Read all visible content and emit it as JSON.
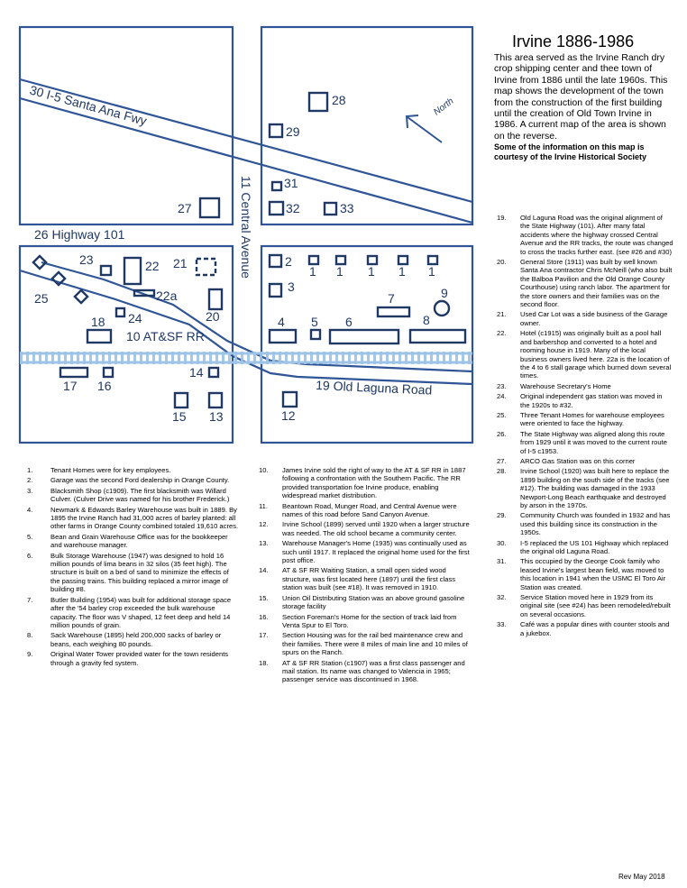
{
  "title": "Irvine 1886-1986",
  "intro": "This area served as the Irvine Ranch dry crop shipping center and thee town of Irvine from 1886 until the late 1960s. This map shows the development of the town from the construction of the first building until the creation of Old Town Irvine in 1986. A current map of the area is shown on the reverse.",
  "credit": "Some of the information on this map is courtesy of the Irvine Historical Society",
  "revision": "Rev May 2018",
  "map": {
    "roads": {
      "freeway": "30  I-5 Santa Ana Fwy",
      "central": "11  Central Avenue",
      "highway": "26 Highway 101",
      "railroad": "10  AT&SF RR",
      "laguna": "19 Old Laguna Road"
    },
    "north_label": "North",
    "building_numbers": {
      "b28": "28",
      "b29": "29",
      "b31": "31",
      "b32": "32",
      "b33": "33",
      "b27": "27",
      "b23": "23",
      "b22": "22",
      "b21": "21",
      "b22a": "22a",
      "b25": "25",
      "b24": "24",
      "b20": "20",
      "b18": "18",
      "b2": "2",
      "b3": "3",
      "b1a": "1",
      "b1b": "1",
      "b1c": "1",
      "b1d": "1",
      "b1e": "1",
      "b7": "7",
      "b9": "9",
      "b8": "8",
      "b4": "4",
      "b5": "5",
      "b6": "6",
      "b17": "17",
      "b16": "16",
      "b14": "14",
      "b15": "15",
      "b13": "13",
      "b12": "12"
    }
  },
  "notes_col1": [
    {
      "n": "1.",
      "text": "Tenant Homes were for key employees."
    },
    {
      "n": "2.",
      "text": "Garage was the second Ford dealership in Orange County."
    },
    {
      "n": "3.",
      "text": "Blacksmith Shop (c1909). The first blacksmith was Willard Culver. (Culver Drive was named for his brother Frederick.)"
    },
    {
      "n": "4.",
      "text": "Newmark & Edwards Barley Warehouse was built in 1889.  By 1895 the Irvine Ranch had 31,000 acres of barley planted: all other farms in Orange County combined totaled 19,610 acres."
    },
    {
      "n": "5.",
      "text": "Bean and Grain Warehouse Office was for the bookkeeper and warehouse manager."
    },
    {
      "n": "6.",
      "text": "Bulk Storage Warehouse (1947) was designed to hold 16 million pounds of lima beans in 32 silos (35 feet high).  The structure is built on a bed of sand to minimize the effects of the passing trains. This building replaced a mirror image of building #8."
    },
    {
      "n": "7.",
      "text": "Butler Building (1954) was built for additional storage space after the '54 barley crop exceeded the bulk warehouse capacity.  The floor was V shaped, 12 feet deep and held 14 million pounds of grain."
    },
    {
      "n": "8.",
      "text": "Sack Warehouse (1895) held 200,000 sacks of barley or beans, each weighing 80 pounds."
    },
    {
      "n": "9.",
      "text": "Original Water Tower provided water for the town residents through a gravity fed system."
    }
  ],
  "notes_col2": [
    {
      "n": "10.",
      "text": "James Irvine sold the right of way to the AT & SF RR in 1887 following a confrontation with the Southern Pacific. The RR provided transportation foe Irvine produce, enabling widespread market distribution."
    },
    {
      "n": "11.",
      "text": "Beantown Road, Munger Road, and Central Avenue were names of this road before Sand Canyon Avenue."
    },
    {
      "n": "12.",
      "text": "Irvine School (1899) served until 1920 when a larger structure was needed.  The old school became a community center."
    },
    {
      "n": "13.",
      "text": "Warehouse Manager's Home (1935) was continually used as such until 1917. It replaced the original home used for the first post office."
    },
    {
      "n": "14.",
      "text": "AT & SF RR Waiting Station, a small open sided wood structure, was first located here (1897) until the first class station was built (see #18).  It was removed in 1910."
    },
    {
      "n": "15.",
      "text": "Union Oil Distributing Station was an above ground gasoline storage facility"
    },
    {
      "n": "16.",
      "text": "Section Foreman's Home for the section of track laid from Venta Spur to El Toro."
    },
    {
      "n": "17.",
      "text": "Section Housing was for the rail bed maintenance crew and their families. There were 8 miles of main line and 10 miles of spurs on the Ranch."
    },
    {
      "n": "18.",
      "text": "AT & SF RR Station (c1907) was a first class passenger and mail station.  Its name was changed to Valencia in 1965; passenger service was discontinued in 1968."
    }
  ],
  "notes_col3": [
    {
      "n": "19.",
      "text": "Old Laguna Road was the original alignment of the State Highway (101). After many fatal accidents where the highway crossed Central Avenue and the RR tracks, the route was changed to cross the tracks further east. (see #26 and #30)"
    },
    {
      "n": "20.",
      "text": "General Store (1911) was built by well known Santa Ana contractor Chris McNeill (who also built the Balboa Pavilion and the Old Orange County Courthouse) using ranch labor. The apartment for the store owners and their families was on the second floor."
    },
    {
      "n": "21.",
      "text": "Used Car Lot was a side business of the Garage owner."
    },
    {
      "n": "22.",
      "text": "Hotel (c1915) was originally built as a pool hall and barbershop and converted to a hotel and rooming house in 1919. Many of the local business owners lived here. 22a is the location of the 4 to 6 stall garage which burned down several times."
    },
    {
      "n": "23.",
      "text": "Warehouse Secretary's Home"
    },
    {
      "n": "24.",
      "text": "Original independent gas station was moved in the 1920s to #32."
    },
    {
      "n": "25.",
      "text": "Three Tenant Homes for warehouse employees were oriented to face the highway."
    },
    {
      "n": "26.",
      "text": "The State Highway was aligned along this route from 1929 until it was moved to the current route of I-5 c1953."
    },
    {
      "n": "27.",
      "text": "ARCO Gas Station was on this corner"
    },
    {
      "n": "28.",
      "text": "Irvine School (1920) was built here to replace the 1899 building on the south side of the tracks (see #12). The building was damaged in the 1933 Newport-Long Beach earthquake and destroyed by arson in the 1970s."
    },
    {
      "n": "29.",
      "text": "Community Church was founded in 1932 and has used this building since its construction in the 1950s."
    },
    {
      "n": "30.",
      "text": "I-5 replaced the US 101 Highway which replaced the original old Laguna Road."
    },
    {
      "n": "31.",
      "text": "This occupied by the George Cook family who leased Irvine's largest bean field, was moved to this location in 1941 when the USMC El Toro Air Station was created."
    },
    {
      "n": "32.",
      "text": "Service Station moved here in 1929 from its original site (see #24) has been remodeled/rebuilt on several occasions."
    },
    {
      "n": "33.",
      "text": "Café was a popular dines with counter stools and a jukebox."
    }
  ],
  "colors": {
    "map_stroke": "#2f5597",
    "map_text": "#1f3864",
    "rail": "#9dc3e6"
  }
}
